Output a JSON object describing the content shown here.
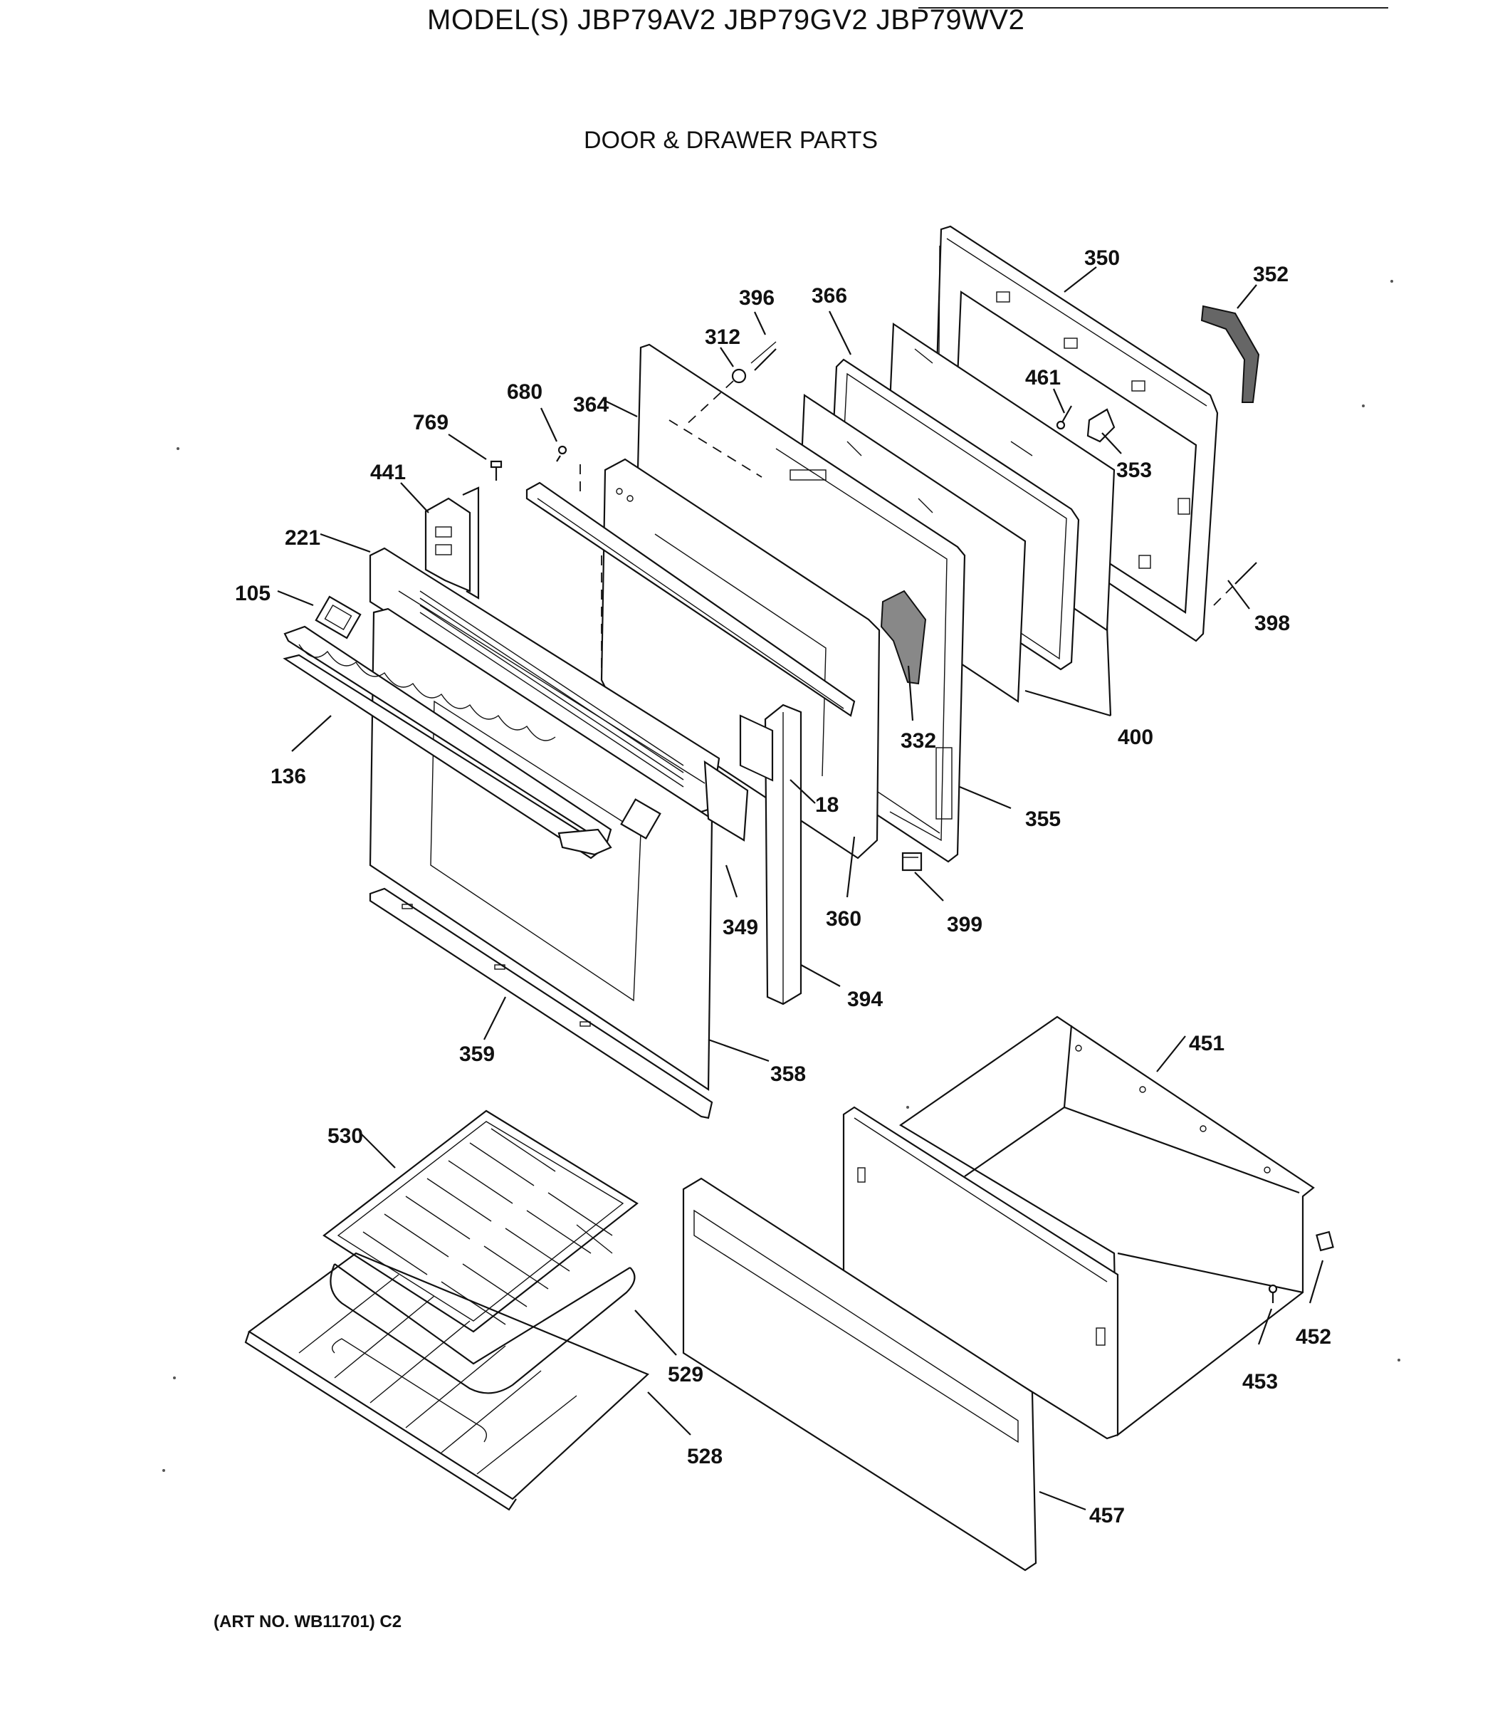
{
  "header": {
    "model": "MODEL(S) JBP79AV2  JBP79GV2  JBP79WV2",
    "subtitle": "DOOR & DRAWER PARTS"
  },
  "footer": {
    "art_no": "(ART NO. WB11701) C2"
  },
  "part_labels": [
    {
      "id": "350",
      "text": "350"
    },
    {
      "id": "352",
      "text": "352"
    },
    {
      "id": "396",
      "text": "396"
    },
    {
      "id": "366",
      "text": "366"
    },
    {
      "id": "312",
      "text": "312"
    },
    {
      "id": "461",
      "text": "461"
    },
    {
      "id": "680",
      "text": "680"
    },
    {
      "id": "364",
      "text": "364"
    },
    {
      "id": "769",
      "text": "769"
    },
    {
      "id": "353",
      "text": "353"
    },
    {
      "id": "441",
      "text": "441"
    },
    {
      "id": "221",
      "text": "221"
    },
    {
      "id": "398",
      "text": "398"
    },
    {
      "id": "105",
      "text": "105"
    },
    {
      "id": "332",
      "text": "332"
    },
    {
      "id": "400",
      "text": "400"
    },
    {
      "id": "136",
      "text": "136"
    },
    {
      "id": "18",
      "text": "18"
    },
    {
      "id": "355",
      "text": "355"
    },
    {
      "id": "349",
      "text": "349"
    },
    {
      "id": "360",
      "text": "360"
    },
    {
      "id": "399",
      "text": "399"
    },
    {
      "id": "394",
      "text": "394"
    },
    {
      "id": "451",
      "text": "451"
    },
    {
      "id": "359",
      "text": "359"
    },
    {
      "id": "358",
      "text": "358"
    },
    {
      "id": "530",
      "text": "530"
    },
    {
      "id": "452",
      "text": "452"
    },
    {
      "id": "453",
      "text": "453"
    },
    {
      "id": "529",
      "text": "529"
    },
    {
      "id": "528",
      "text": "528"
    },
    {
      "id": "457",
      "text": "457"
    }
  ]
}
